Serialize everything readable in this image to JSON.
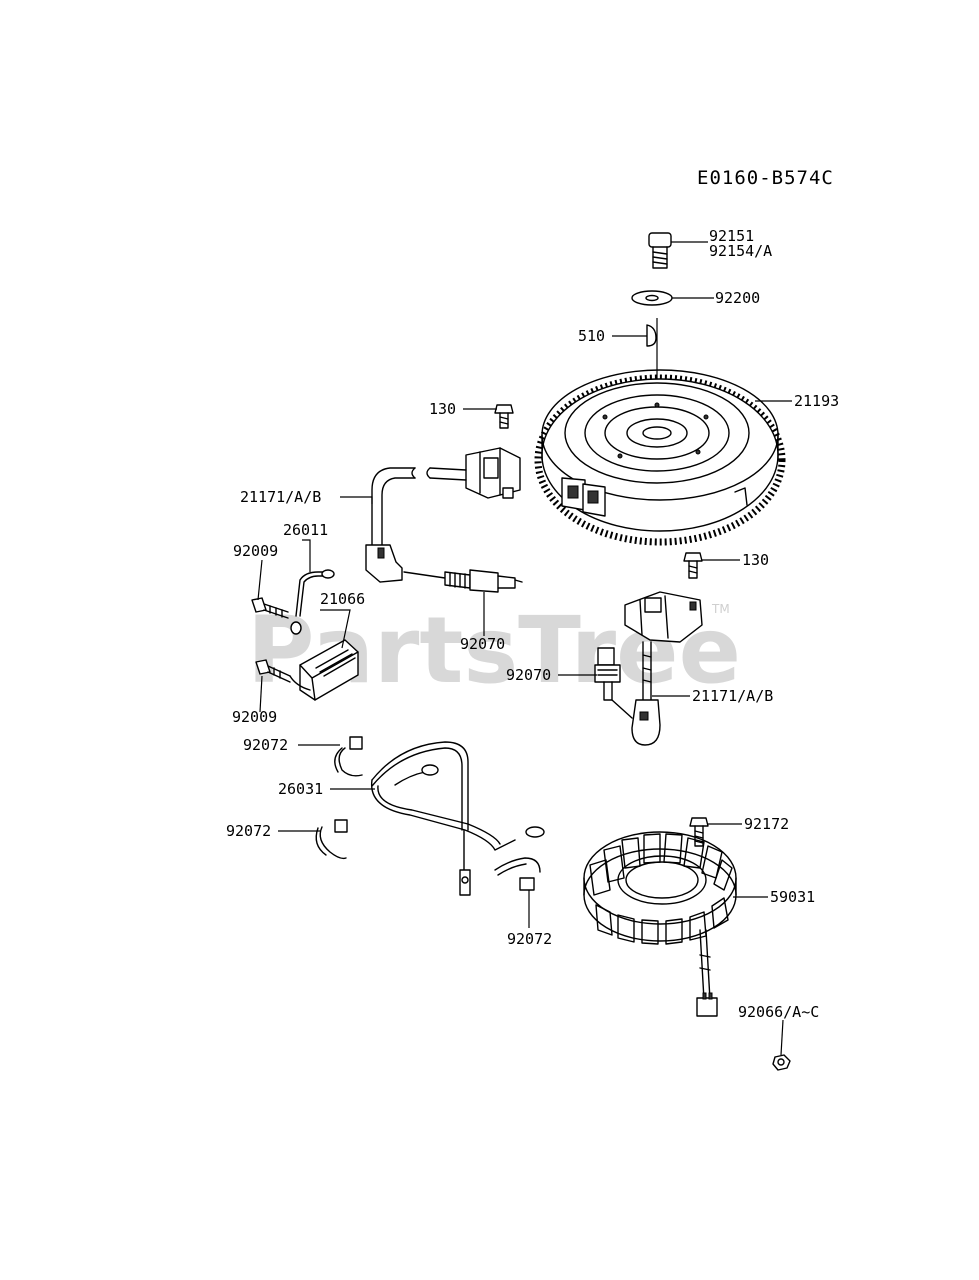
{
  "diagram": {
    "code": "E0160-B574C",
    "watermark": "PartsTree",
    "watermark_mark": "TM",
    "labels": {
      "l_92151": "92151",
      "l_92154": "92154/A",
      "l_92200": "92200",
      "l_510": "510",
      "l_21193": "21193",
      "l_130_top": "130",
      "l_21171_top": "21171/A/B",
      "l_26011": "26011",
      "l_92009_top": "92009",
      "l_21066": "21066",
      "l_92070_left": "92070",
      "l_92009_bottom": "92009",
      "l_130_right": "130",
      "l_92070_mid": "92070",
      "l_21171_right": "21171/A/B",
      "l_92072_1": "92072",
      "l_26031": "26031",
      "l_92072_2": "92072",
      "l_92172": "92172",
      "l_59031": "59031",
      "l_92072_3": "92072",
      "l_92066": "92066/A~C"
    }
  }
}
